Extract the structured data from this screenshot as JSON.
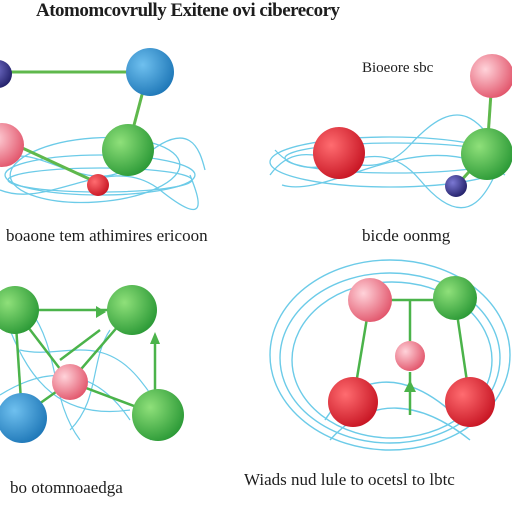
{
  "labels": {
    "title": "Atomomcovrully Exitene ovi ciberecory",
    "panel_top_right": "Bioeore sbc",
    "panel1": "boaone tem athimires ericoon",
    "panel2": "bicde oonmg",
    "panel3": "bo otomnoaedga",
    "panel4": "Wiads nud lule to ocetsl to lbtc"
  },
  "colors": {
    "blue_atom": "#2f8fcb",
    "green_atom": "#4bb34a",
    "red_atom": "#e02a35",
    "pink_atom": "#ee7f8e",
    "navy_atom": "#3d3a8c",
    "orbit": "#6ccbe8",
    "bond": "#5fb84c"
  }
}
